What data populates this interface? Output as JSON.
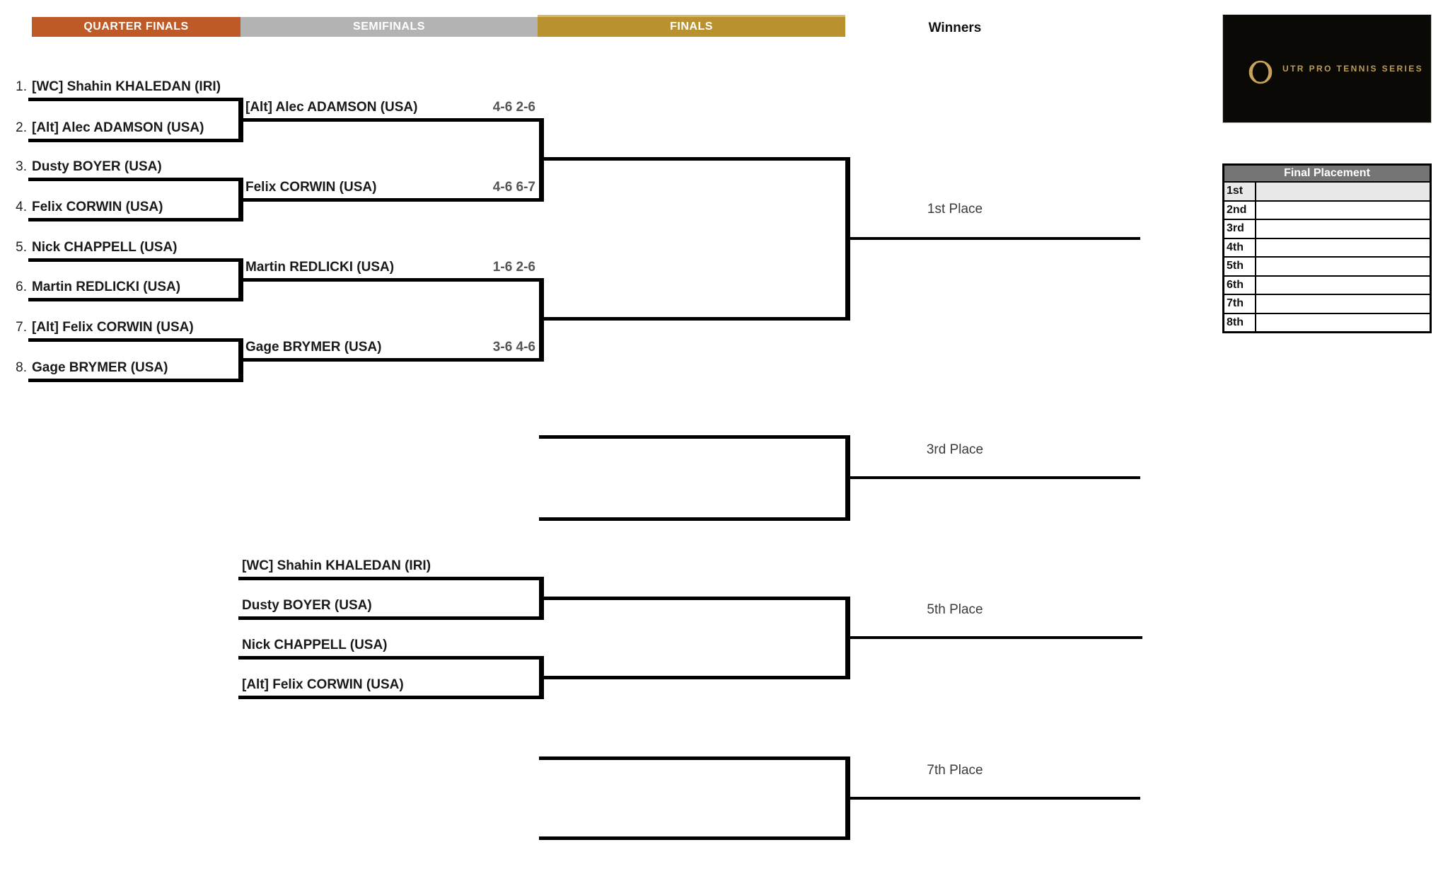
{
  "header": {
    "round_labels": [
      {
        "label": "QUARTER FINALS",
        "color": "#BE5A28"
      },
      {
        "label": "SEMIFINALS",
        "color": "#B3B3B3"
      },
      {
        "label": "FINALS",
        "color": "#B9912F"
      }
    ],
    "winners_label": "Winners"
  },
  "bracket": {
    "quarterfinals": [
      {
        "seed": "1.",
        "name": "[WC] Shahin KHALEDAN (IRI)"
      },
      {
        "seed": "2.",
        "name": "[Alt] Alec ADAMSON (USA)"
      },
      {
        "seed": "3.",
        "name": "Dusty BOYER (USA)"
      },
      {
        "seed": "4.",
        "name": "Felix CORWIN (USA)"
      },
      {
        "seed": "5.",
        "name": "Nick CHAPPELL (USA)"
      },
      {
        "seed": "6.",
        "name": "Martin REDLICKI (USA)"
      },
      {
        "seed": "7.",
        "name": "[Alt] Felix CORWIN (USA)"
      },
      {
        "seed": "8.",
        "name": "Gage BRYMER (USA)"
      }
    ],
    "semifinals": [
      {
        "name": "[Alt] Alec ADAMSON (USA)",
        "score": "4-6 2-6"
      },
      {
        "name": "Felix CORWIN (USA)",
        "score": "4-6 6-7"
      },
      {
        "name": "Martin REDLICKI (USA)",
        "score": "1-6 2-6"
      },
      {
        "name": "Gage BRYMER (USA)",
        "score": "3-6 4-6"
      }
    ],
    "consolation": [
      {
        "name": "[WC] Shahin KHALEDAN (IRI)"
      },
      {
        "name": "Dusty BOYER (USA)"
      },
      {
        "name": "Nick CHAPPELL (USA)"
      },
      {
        "name": "[Alt] Felix CORWIN (USA)"
      }
    ],
    "place_labels": {
      "first": "1st Place",
      "third": "3rd Place",
      "fifth": "5th Place",
      "seventh": "7th Place"
    }
  },
  "logo": {
    "series_name": "UTR PRO TENNIS SERIES"
  },
  "placement_table": {
    "title": "Final Placement",
    "positions": [
      "1st",
      "2nd",
      "3rd",
      "4th",
      "5th",
      "6th",
      "7th",
      "8th"
    ]
  },
  "colors": {
    "quarterfinals_bar": "#BE5A28",
    "semifinals_bar": "#B3B3B3",
    "finals_bar": "#B9912F",
    "table_header": "#757575",
    "table_first_row": "#E8E8E8",
    "logo_gold": "#BC9C54",
    "logo_background": "#0A0906",
    "bracket_line": "#000000",
    "score_text": "#555555"
  }
}
